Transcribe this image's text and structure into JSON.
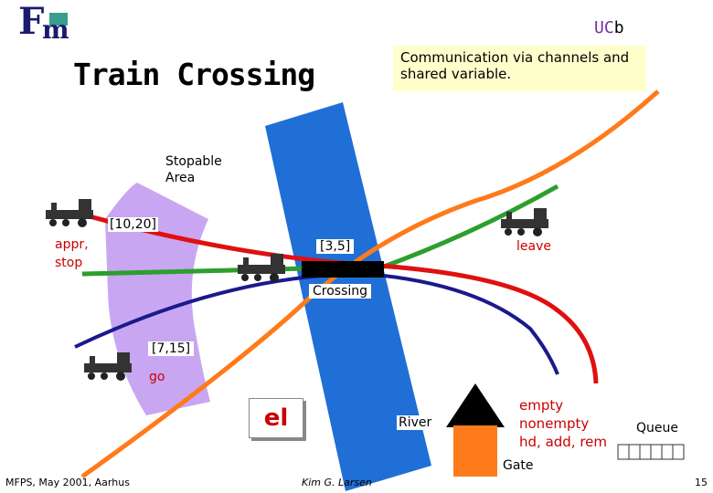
{
  "header": {
    "logo_f": "F",
    "logo_m": "m",
    "ucb_uc": "UC",
    "ucb_b": "b",
    "title": "Train Crossing"
  },
  "note": "Communication via channels and shared variable.",
  "labels": {
    "stopable_area": "Stopable\nArea",
    "interval_10_20": "[10,20]",
    "appr_stop": "appr,\nstop",
    "interval_3_5": "[3,5]",
    "leave": "leave",
    "crossing": "Crossing",
    "interval_7_15": "[7,15]",
    "go": "go",
    "el": "el",
    "river": "River",
    "queue_states": "empty\nnonempty\nhd, add, rem",
    "queue": "Queue",
    "gate": "Gate"
  },
  "footer": {
    "left": "MFPS, May 2001, Aarhus",
    "middle": "Kim G. Larsen",
    "page": "15"
  },
  "colors": {
    "river": "#1f6fd6",
    "stop_area": "#c9a6f2",
    "track_orange": "#ff7a1a",
    "track_green": "#2e9e2e",
    "track_navy": "#1a1a8c",
    "track_red": "#e01010",
    "gate_house": "#ff7a1a"
  },
  "icons": [
    "train-icon",
    "train-icon",
    "train-icon",
    "train-icon",
    "gate-house-icon"
  ]
}
